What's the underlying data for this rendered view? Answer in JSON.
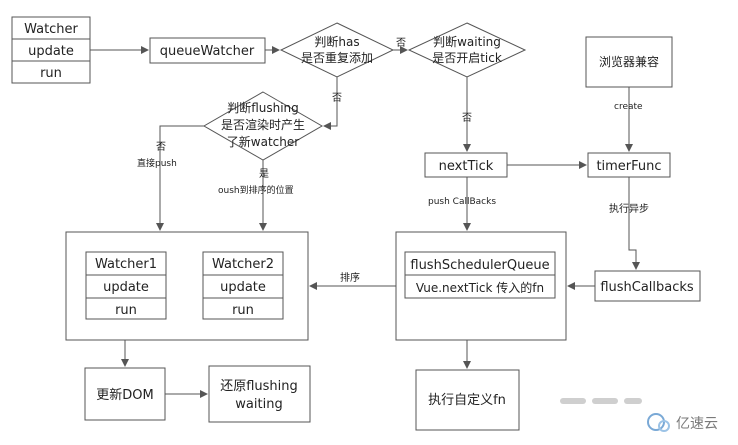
{
  "nodes": {
    "watcher_class": {
      "title": "Watcher",
      "update": "update",
      "run": "run"
    },
    "queue_watcher": "queueWatcher",
    "check_has_line1": "判断has",
    "check_has_line2": "是否重复添加",
    "check_waiting_line1": "判断waiting",
    "check_waiting_line2": "是否开启tick",
    "check_flushing_line1": "判断flushing",
    "check_flushing_line2": "是否渲染时产生",
    "check_flushing_line3": "了新watcher",
    "browser_compat": "浏览器兼容",
    "next_tick": "nextTick",
    "timer_func": "timerFunc",
    "watcher1": {
      "title": "Watcher1",
      "update": "update",
      "run": "run"
    },
    "watcher2": {
      "title": "Watcher2",
      "update": "update",
      "run": "run"
    },
    "flush_scheduler_queue": "flushSchedulerQueue",
    "vue_next_tick_fn": "Vue.nextTick 传入的fn",
    "flush_callbacks": "flushCallbacks",
    "update_dom": "更新DOM",
    "restore_line1": "还原flushing",
    "restore_line2": "waiting",
    "exec_custom_fn": "执行自定义fn"
  },
  "edge_labels": {
    "no_has": "否",
    "no_waiting": "否",
    "no_waiting_to_tick": "否",
    "no_flushing": "否",
    "direct_push": "直接push",
    "yes_flushing": "是",
    "push_sorted": "oush到排序的位置",
    "create": "create",
    "push_callbacks": "push CallBacks",
    "exec_async": "执行异步",
    "sort": "排序"
  },
  "watermark": "亿速云"
}
